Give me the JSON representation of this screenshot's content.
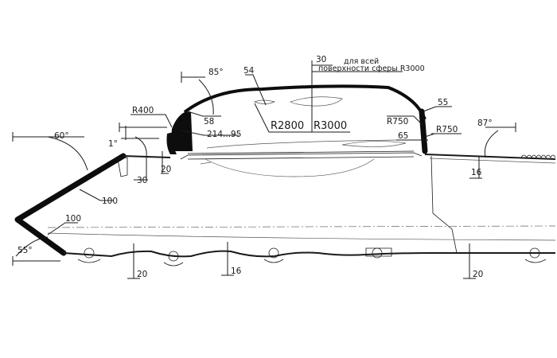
{
  "labels": {
    "angle_60": "60°",
    "angle_55": "55°",
    "angle_1": "1°",
    "angle_85": "85°",
    "angle_87": "87°",
    "dim_100_glacis": "100",
    "dim_100_lower": "100",
    "dim_30": "30",
    "dim_20_deck": "20",
    "r400": "R400",
    "dim_54": "54",
    "dim_58": "58",
    "dim_214_95": "214...95",
    "r2800": "R2800",
    "r3000": "R3000",
    "dim_30_top": "30",
    "note_line1": "для всей",
    "note_line2": "поверхности сферы R3000",
    "dim_55": "55",
    "r750_a": "R750",
    "r750_b": "R750",
    "dim_65": "65",
    "dim_16_rear": "16",
    "dim_20_bottom_a": "20",
    "dim_16_bottom": "16",
    "dim_20_bottom_b": "20"
  }
}
